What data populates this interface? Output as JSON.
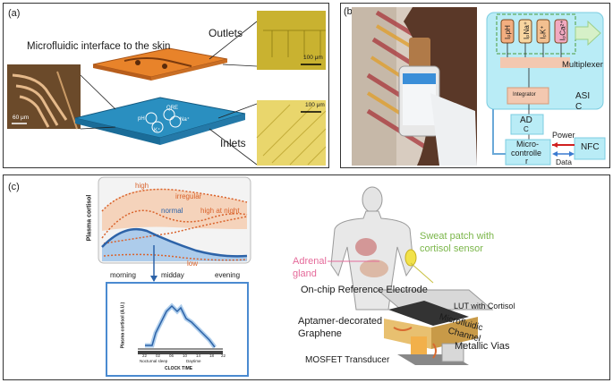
{
  "panel_a": {
    "label": "(a)",
    "interface_title": "Microfluidic interface to the skin",
    "outlets_label": "Outlets",
    "inlets_label": "Inlets",
    "scale_outlets": "100 μm",
    "scale_inlets": "100 μm",
    "scale_micro": "60 μm",
    "electrodes": [
      "QRE",
      "pH",
      "Na⁺",
      "K⁺"
    ]
  },
  "panel_b": {
    "label": "(b)",
    "sensor_labels": [
      "IₚpH",
      "IₚNa⁺",
      "IₚK⁺",
      "IₚCa²⁺"
    ],
    "multiplexer": "Multiplexer",
    "integrator": "Integrator",
    "asic_line1": "ASI",
    "asic_line2": "C",
    "ad_line1": "AD",
    "ad_line2": "C",
    "micro_line1": "Micro-",
    "micro_line2": "controlle",
    "micro_line3": "r",
    "nfc": "NFC",
    "power": "Power",
    "data": "Data"
  },
  "panel_c": {
    "label": "(c)",
    "ylabel": "Plasma cortisol",
    "curves": [
      "high",
      "irregular",
      "high at night",
      "normal",
      "low"
    ],
    "x_ticks": [
      "morning",
      "midday",
      "evening"
    ],
    "inset_ylabel": "Plasma cortisol (A.U.)",
    "inset_xticks": [
      "22",
      "02",
      "06",
      "10",
      "14",
      "18",
      "22"
    ],
    "inset_bar_labels": [
      "Nocturnal sleep",
      "Daytime"
    ],
    "inset_xlabel": "CLOCK TIME",
    "sweat_patch_line1": "Sweat patch with",
    "sweat_patch_line2": "cortisol sensor",
    "adrenal_line1": "Adrenal",
    "adrenal_line2": "gland",
    "onchip": "On-chip Reference Electrode",
    "lut": "LUT with Cortisol",
    "aptamer_line1": "Aptamer-decorated",
    "aptamer_line2": "Graphene",
    "microfluidic_line1": "Microfluidic",
    "microfluidic_line2": "Channel",
    "vias": "Metallic Vias",
    "mosfet": "MOSFET Transducer"
  },
  "colors": {
    "orange_chip": "#e8832a",
    "blue_chip": "#2a8fc0",
    "gold_micro": "#d4b23a",
    "asic_bg": "#b9ecf6",
    "normal_curve": "#2d63a8",
    "high_curve": "#d9622b",
    "adrenal": "#e56a9a",
    "sweat_green": "#7bb64a"
  }
}
